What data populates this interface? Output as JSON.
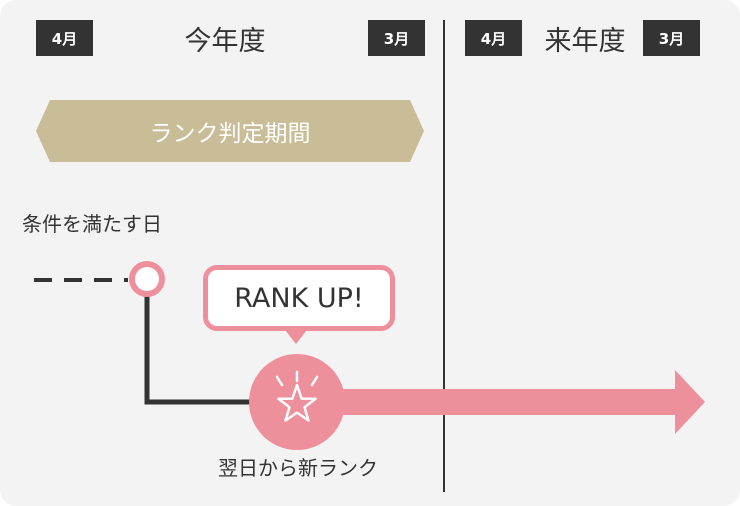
{
  "this_year": {
    "label": "今年度",
    "start_month": "4月",
    "end_month": "3月"
  },
  "next_year": {
    "label": "来年度",
    "start_month": "4月",
    "end_month": "3月"
  },
  "period_banner": "ランク判定期間",
  "condition_label": "条件を満たす日",
  "rank_up_text": "RANK UP!",
  "new_rank_label": "翌日から新ランク",
  "icons": {
    "condition_marker": "ring-marker-icon",
    "rank_icon": "star-icon"
  },
  "colors": {
    "accent_pink": "#ee8f9c",
    "banner_gold": "#c8bd97",
    "dark": "#333333",
    "background": "#f3f3f3"
  }
}
